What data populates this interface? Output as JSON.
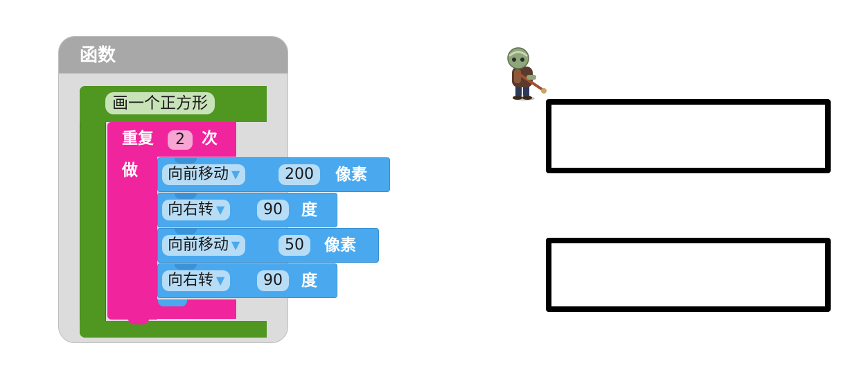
{
  "function_panel": {
    "title": "函数",
    "definition_name": "画一个正方形"
  },
  "repeat_block": {
    "label": "重复",
    "count": "2",
    "times_label": "次",
    "do_label": "做"
  },
  "statements": [
    {
      "command": "向前移动",
      "dropdown_arrow": "▼",
      "value": "200",
      "unit": "像素"
    },
    {
      "command": "向右转",
      "dropdown_arrow": "▼",
      "value": "90",
      "unit": "度"
    },
    {
      "command": "向前移动",
      "dropdown_arrow": "▼",
      "value": "50",
      "unit": "像素"
    },
    {
      "command": "向右转",
      "dropdown_arrow": "▼",
      "value": "90",
      "unit": "度"
    }
  ],
  "colors": {
    "function_header": "#a8a8a8",
    "function_body": "#dcdcdc",
    "definition_block": "#4f9721",
    "repeat_block": "#f0249d",
    "motion_block": "#4aa9ee",
    "drawn_line": "#000000"
  },
  "canvas": {
    "sprite": "zombie-artist-icon",
    "drawn_shapes": [
      "rectangle",
      "rectangle"
    ]
  }
}
